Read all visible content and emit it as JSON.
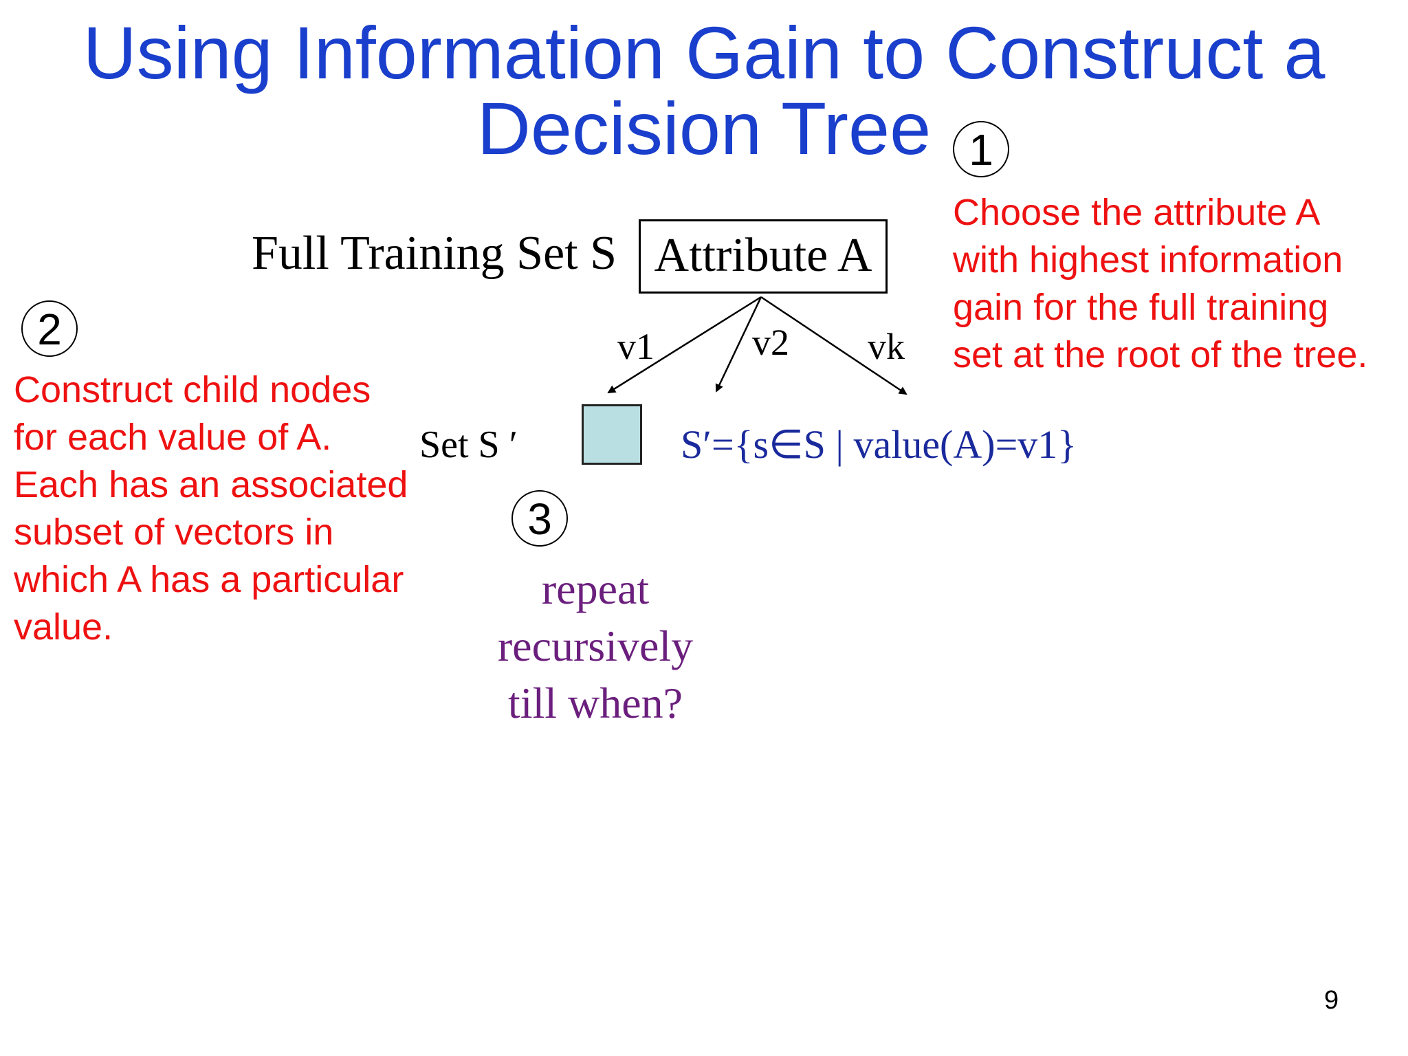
{
  "title": {
    "line1": "Using Information Gain to Construct a",
    "line2": "Decision Tree"
  },
  "tree": {
    "root_set_label": "Full Training Set S",
    "root_node_label": "Attribute A",
    "branch_labels": [
      "v1",
      "v2",
      "vk"
    ],
    "child_set_label": "Set S ′",
    "subset_definition": "S′={s∈S | value(A)=v1}"
  },
  "steps": [
    {
      "number": "1",
      "lines": [
        "Choose the attribute A",
        "with highest information",
        "gain for the full training",
        "set at the root of the tree."
      ]
    },
    {
      "number": "2",
      "lines": [
        "Construct child nodes",
        "for each value of A.",
        "Each has an associated",
        "subset of vectors in",
        "which A has a particular",
        "value."
      ]
    },
    {
      "number": "3",
      "lines": [
        "repeat",
        "recursively",
        "till when?"
      ]
    }
  ],
  "page_number": "9",
  "colors": {
    "title": "#1a3fcc",
    "step_text_red": "#ee1111",
    "step3_purple": "#6b1f7d",
    "subset_blue": "#1a2a9c",
    "child_node_fill": "#b9dfe3"
  }
}
